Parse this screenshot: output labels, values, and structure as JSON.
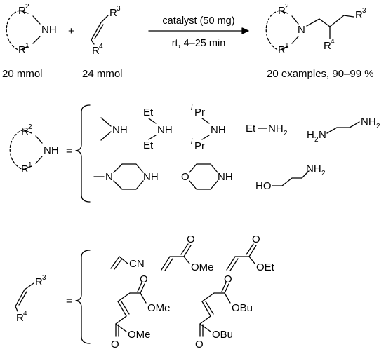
{
  "reaction": {
    "amine_label": "NH",
    "amine_r2": "R",
    "amine_r2_sup": "2",
    "amine_r1": "R",
    "amine_r1_sup": "1",
    "plus": "+",
    "alkene_r3": "R",
    "alkene_r3_sup": "3",
    "alkene_r4": "R",
    "alkene_r4_sup": "4",
    "conditions_top": "catalyst (50 mg)",
    "conditions_bottom": "rt, 4–25 min",
    "product_n": "N",
    "product_r2": "R",
    "product_r2_sup": "2",
    "product_r1": "R",
    "product_r1_sup": "1",
    "product_r3": "R",
    "product_r3_sup": "3",
    "product_r4": "R",
    "product_r4_sup": "4",
    "amine_amount": "20 mmol",
    "alkene_amount": "24 mmol",
    "summary": "20 examples, 90–99 %"
  },
  "amines": {
    "equals": "=",
    "generic_nh": "NH",
    "generic_r2": "R",
    "generic_r2_sup": "2",
    "generic_r1": "R",
    "generic_r1_sup": "1",
    "dimethylamine": "NH",
    "diethylamine_et_top": "Et",
    "diethylamine_nh": "NH",
    "diethylamine_et_bottom": "Et",
    "diisopropyl_ipr_top_sup": "i",
    "diisopropyl_ipr_top": "Pr",
    "diisopropyl_nh": "NH",
    "diisopropyl_ipr_bottom_sup": "i",
    "diisopropyl_ipr_bottom": "Pr",
    "ethylamine_et": "Et",
    "ethylamine_nh": "NH",
    "ethylamine_sub": "2",
    "ethylenediamine_left": "H",
    "ethylenediamine_left_sub": "2",
    "ethylenediamine_left_n": "N",
    "ethylenediamine_right": "NH",
    "ethylenediamine_right_sub": "2",
    "methylpiperazine_n": "N",
    "methylpiperazine_nh": "NH",
    "morpholine_o": "O",
    "morpholine_nh": "NH",
    "ethanolamine_ho": "HO",
    "ethanolamine_nh": "NH",
    "ethanolamine_sub": "2"
  },
  "alkenes": {
    "equals": "=",
    "generic_r3": "R",
    "generic_r3_sup": "3",
    "generic_r4": "R",
    "generic_r4_sup": "4",
    "acrylonitrile_cn": "CN",
    "methyl_acrylate_o": "O",
    "methyl_acrylate_ome": "OMe",
    "ethyl_acrylate_o": "O",
    "ethyl_acrylate_oet": "OEt",
    "dimethyl_maleate_o_top": "O",
    "dimethyl_maleate_ome_top": "OMe",
    "dimethyl_maleate_o_bottom": "O",
    "dimethyl_maleate_ome_bottom": "OMe",
    "dibutyl_maleate_o_top": "O",
    "dibutyl_maleate_obu_top": "OBu",
    "dibutyl_maleate_o_bottom": "O",
    "dibutyl_maleate_obu_bottom": "OBu"
  }
}
